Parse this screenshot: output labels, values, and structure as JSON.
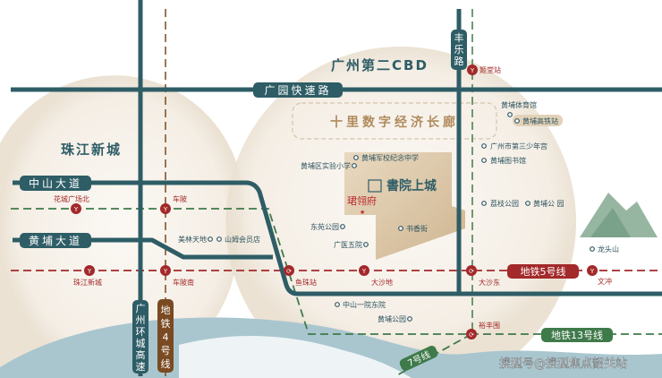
{
  "districts": {
    "zhujiang": "珠江新城",
    "cbd": "广州第二CBD"
  },
  "roads": {
    "guangyuan": "广园快速路",
    "zhongshan": "中山大道",
    "huangpu": "黄埔大道",
    "huancheng": [
      "广",
      "州",
      "环",
      "城",
      "高",
      "速"
    ],
    "fengle": [
      "丰",
      "乐",
      "路"
    ]
  },
  "corridor": "十里数字经济长廊",
  "project": {
    "name": "書院上城",
    "sub": "珺翎府"
  },
  "metro": {
    "line4": [
      "地",
      "铁",
      "4",
      "号",
      "线"
    ],
    "line5": "地铁5号线",
    "line13": "地铁13号线",
    "line7": "7号线",
    "stations": [
      "花城广场北",
      "车陂",
      "珠江新城",
      "车陂南",
      "鱼珠站",
      "大沙地",
      "大沙东",
      "文冲",
      "裕丰围",
      "姬堂站"
    ]
  },
  "pois": [
    "黄埔体育馆",
    "黄埔高铁站",
    "广州市第三少年宫",
    "黄埔图书馆",
    "荔枝公园",
    "黄埔公 园",
    "龙头山",
    "黄埔军校纪念中学",
    "黄埔区实验小学",
    "东苑公园",
    "广医五院",
    "书香街",
    "美林天地",
    "山姆会员店",
    "中山一院东院",
    "黄埔公园"
  ],
  "watermark": "搜狐号@搜狐焦点韶关站",
  "colors": {
    "road": "#2e5d66",
    "metro_red": "#a3292a",
    "metro_green": "#3f7a4a",
    "metro_brown": "#7a4a22",
    "tan": "#cbb08a"
  }
}
